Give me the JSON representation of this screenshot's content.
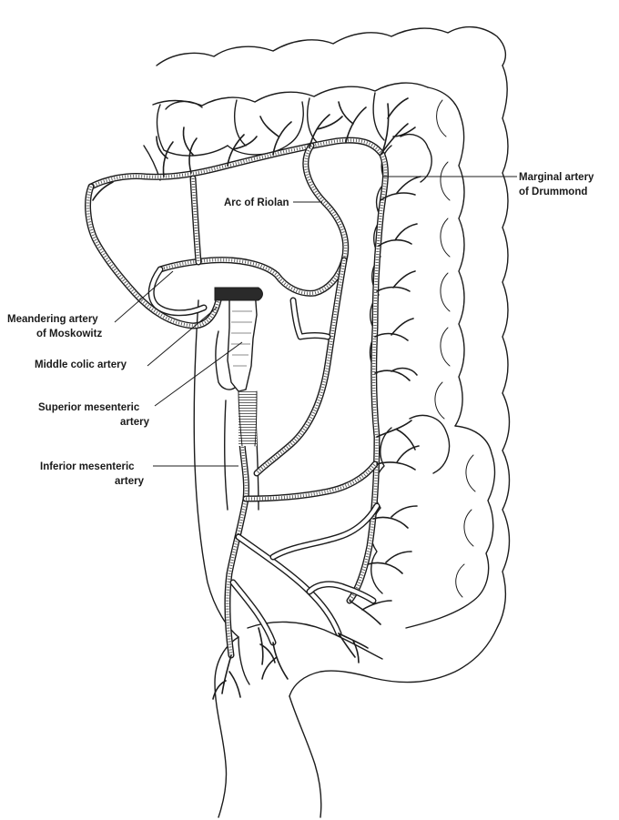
{
  "labels": {
    "marginal_artery_line1": "Marginal artery",
    "marginal_artery_line2": "of Drummond",
    "arc_of_riolan": "Arc of Riolan",
    "meandering_artery_line1": "Meandering artery",
    "meandering_artery_line2": "of Moskowitz",
    "middle_colic_artery": "Middle colic artery",
    "superior_mesenteric_line1": "Superior mesenteric",
    "superior_mesenteric_line2": "artery",
    "inferior_mesenteric_line1": "Inferior mesenteric",
    "inferior_mesenteric_line2": "artery"
  }
}
